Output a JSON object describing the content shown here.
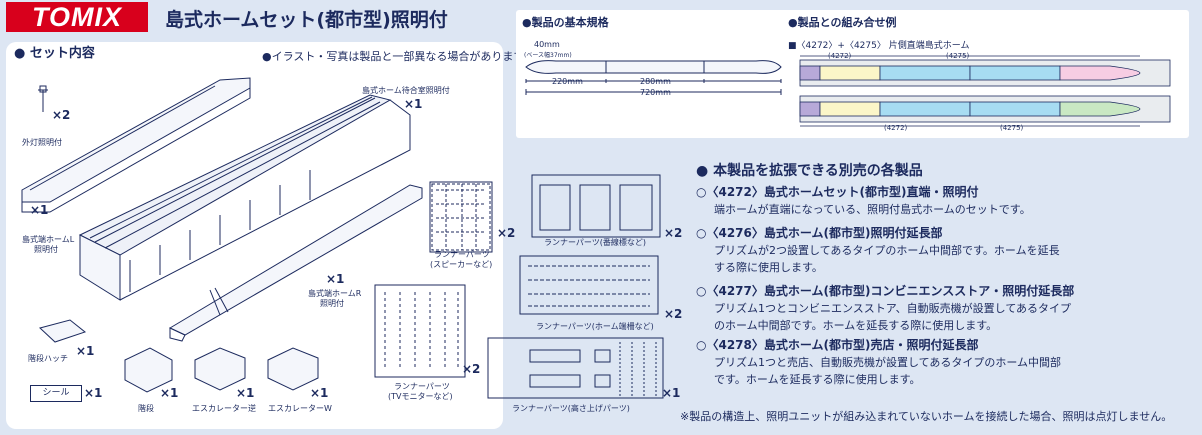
{
  "header": {
    "brand": "TOMIX",
    "title": "島式ホームセット(都市型)照明付"
  },
  "set_contents": {
    "heading": "● セット内容",
    "note": "●イラスト・写真は製品と一部異なる場合があります。",
    "items": [
      {
        "label": "外灯照明付",
        "qty": "×2"
      },
      {
        "label": "島式ホーム待合室照明付",
        "qty": "×1"
      },
      {
        "label": "島式端ホームL",
        "label2": "照明付",
        "qty": "×1"
      },
      {
        "label": "島式端ホームR",
        "label2": "照明付",
        "qty": "×1"
      },
      {
        "label": "ランナーパーツ",
        "label2": "(スピーカーなど)",
        "qty": "×2"
      },
      {
        "label": "ランナーパーツ(番線標など)",
        "qty": "×2"
      },
      {
        "label": "ランナーパーツ(ホーム端柵など)",
        "qty": "×2"
      },
      {
        "label": "ランナーパーツ",
        "label2": "(TVモニターなど)",
        "qty": "×2"
      },
      {
        "label": "ランナーパーツ(高さ上げパーツ)",
        "qty": "×1"
      },
      {
        "label": "階段ハッチ",
        "qty": "×1"
      },
      {
        "label": "階段",
        "qty": "×1"
      },
      {
        "label": "エスカレーター逆",
        "qty": "×1"
      },
      {
        "label": "エスカレーターW",
        "qty": "×1"
      },
      {
        "label": "シール",
        "qty": "×1"
      }
    ]
  },
  "specs": {
    "heading": "●製品の基本規格",
    "width": "40mm",
    "width_note": "(ベース幅37mm)",
    "seg1": "220mm",
    "seg2": "280mm",
    "total": "720mm"
  },
  "combo": {
    "heading": "●製品との組み合せ例",
    "subtitle": "■〈4272〉+〈4275〉 片側直端島式ホーム",
    "label_a": "(4272)",
    "label_b": "(4275)"
  },
  "expansion": {
    "heading": "● 本製品を拡張できる別売の各製品",
    "items": [
      {
        "title": "○〈4272〉島式ホームセット(都市型)直端・照明付",
        "lines": [
          "端ホームが直端になっている、照明付島式ホームのセットです。"
        ]
      },
      {
        "title": "○〈4276〉島式ホーム(都市型)照明付延長部",
        "lines": [
          "プリズムが2つ設置してあるタイプのホーム中間部です。ホームを延長",
          "する際に使用します。"
        ]
      },
      {
        "title": "○〈4277〉島式ホーム(都市型)コンビニエンスストア・照明付延長部",
        "lines": [
          "プリズム1つとコンビニエンスストア、自動販売機が設置してあるタイプ",
          "のホーム中間部です。ホームを延長する際に使用します。"
        ]
      },
      {
        "title": "○〈4278〉島式ホーム(都市型)売店・照明付延長部",
        "lines": [
          "プリズム1つと売店、自動販売機が設置してあるタイプのホーム中間部",
          "です。ホームを延長する際に使用します。"
        ]
      }
    ],
    "footnote": "※製品の構造上、照明ユニットが組み込まれていないホームを接続した場合、照明は点灯しません。"
  },
  "colors": {
    "brand_red": "#d8001c",
    "navy": "#1c2a5e",
    "bg": "#dde6f3"
  }
}
